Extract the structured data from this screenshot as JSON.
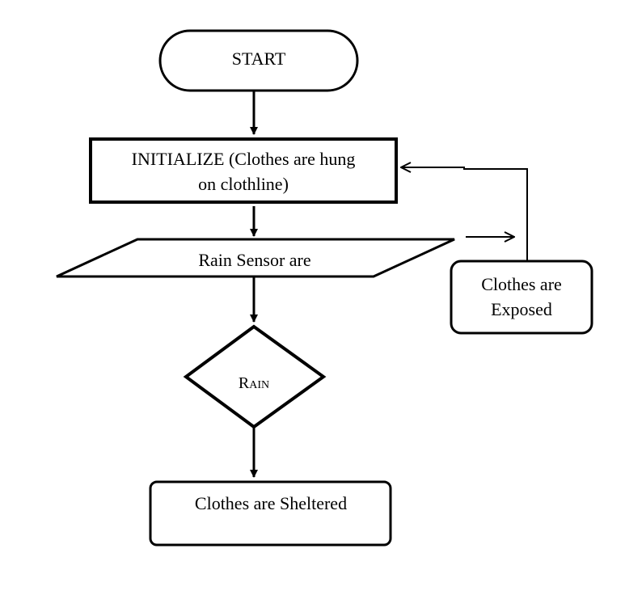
{
  "diagram": {
    "start": "START",
    "initialize_line1": "INITIALIZE (Clothes are hung",
    "initialize_line2": "on clothline)",
    "rain_sensor": "Rain Sensor are",
    "rain_decision": "Rain",
    "exposed_line1": "Clothes are",
    "exposed_line2": "Exposed",
    "sheltered": "Clothes are Sheltered"
  },
  "colors": {
    "background": "#ffffff",
    "stroke": "#000000"
  }
}
